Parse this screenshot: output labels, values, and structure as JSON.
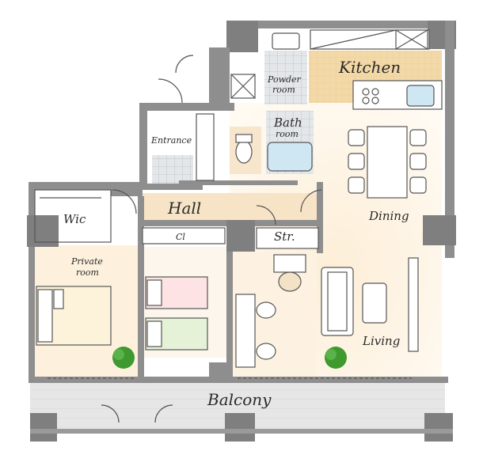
{
  "rooms": {
    "kitchen": "Kitchen",
    "powder_room_line1": "Powder",
    "powder_room_line2": "room",
    "bath_line1": "Bath",
    "bath_line2": "room",
    "entrance": "Entrance",
    "hall": "Hall",
    "wic": "Wic",
    "closet": "Cl",
    "storage": "Str.",
    "dining": "Dining",
    "private_line1": "Private",
    "private_line2": "room",
    "living": "Living",
    "balcony": "Balcony"
  },
  "colors": {
    "wall": "#8e8e8e",
    "wall_dark": "#7a7a7a",
    "floor_warm": "#fbf1e2",
    "floor_light": "#fdf8ef",
    "kitchen_floor": "#f6dfb6",
    "tile": "#d9dde0",
    "balcony": "#e3e3e3",
    "plant": "#3e9a2e",
    "line": "#555555"
  }
}
